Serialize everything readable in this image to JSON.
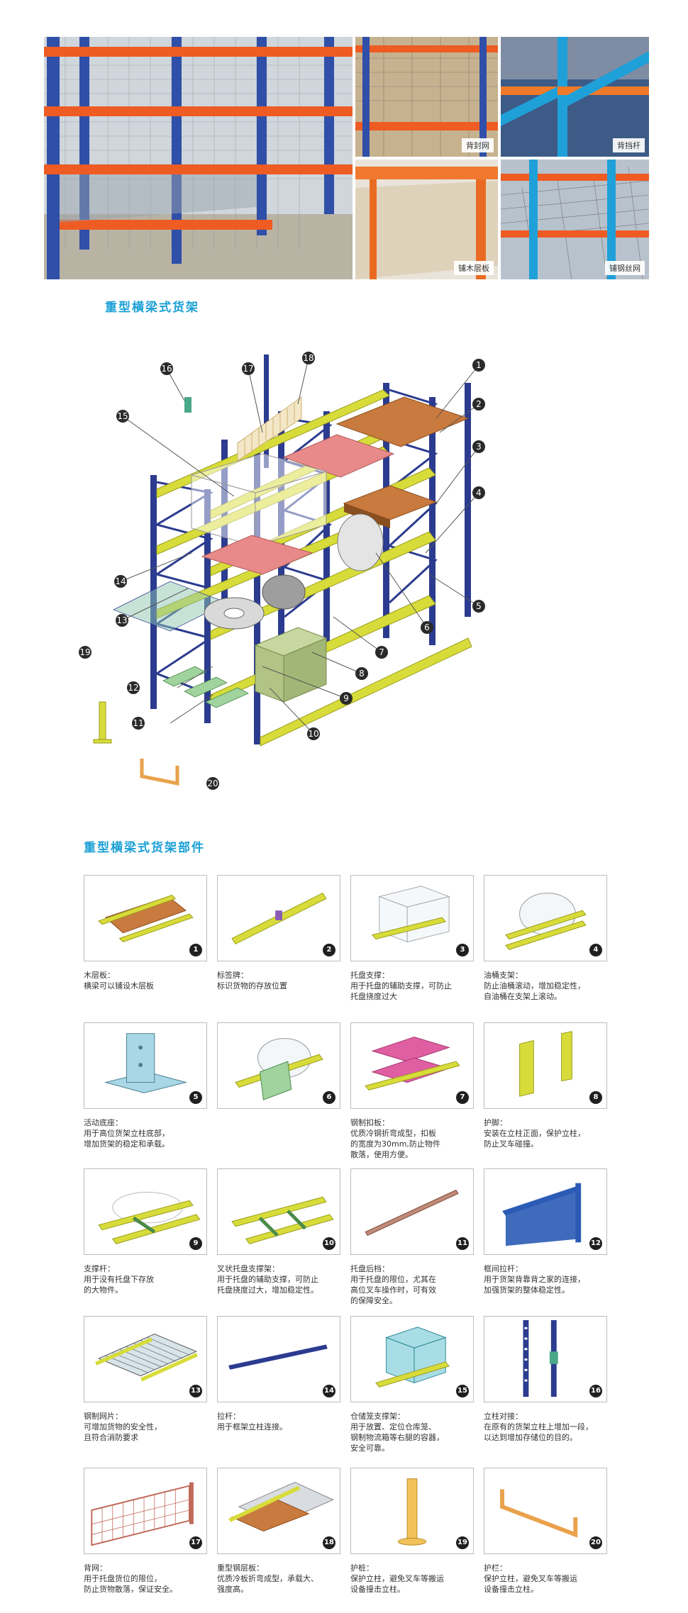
{
  "photo_labels": {
    "a": "背封网",
    "b": "背挡杆",
    "c": "铺木层板",
    "d": "铺钢丝网"
  },
  "headings": {
    "diagram": "重型横梁式货架",
    "parts": "重型横梁式货架部件"
  },
  "callouts": [
    "1",
    "2",
    "3",
    "4",
    "5",
    "6",
    "7",
    "8",
    "9",
    "10",
    "11",
    "12",
    "13",
    "14",
    "15",
    "16",
    "17",
    "18",
    "19",
    "20"
  ],
  "parts": [
    {
      "num": "1",
      "title": "木层板：",
      "desc": "横梁可以铺设木层板"
    },
    {
      "num": "2",
      "title": "标签牌：",
      "desc": "标识货物的存放位置"
    },
    {
      "num": "3",
      "title": "托盘支撑：",
      "desc": "用于托盘的辅助支撑，可防止\n托盘挠度过大"
    },
    {
      "num": "4",
      "title": "油桶支架：",
      "desc": "防止油桶滚动，增加稳定性，\n自油桶在支架上滚动。"
    },
    {
      "num": "5",
      "title": "活动底座：",
      "desc": "用于高位货架立柱底部，\n增加货架的稳定和承载。"
    },
    {
      "num": "6",
      "title": "",
      "desc": ""
    },
    {
      "num": "7",
      "title": "钢制扣板：",
      "desc": "优质冷钢折弯成型，扣板\n的宽度为30mm,防止物件\n散落，使用方便。"
    },
    {
      "num": "8",
      "title": "护脚：",
      "desc": "安装在立柱正面，保护立柱，\n防止叉车碰撞。"
    },
    {
      "num": "9",
      "title": "支撑杆：",
      "desc": "用于没有托盘下存放\n的大物件。"
    },
    {
      "num": "10",
      "title": "叉状托盘支撑架：",
      "desc": "用于托盘的辅助支撑，可防止\n托盘挠度过大，增加稳定性。"
    },
    {
      "num": "11",
      "title": "托盘后档：",
      "desc": "用于托盘的限位，尤其在\n高位叉车操作时，可有效\n的保障安全。"
    },
    {
      "num": "12",
      "title": "框间拉杆：",
      "desc": "用于货架背靠背之家的连接，\n加强货架的整体稳定性。"
    },
    {
      "num": "13",
      "title": "钢制网片：",
      "desc": "可增加货物的安全性，\n且符合消防要求"
    },
    {
      "num": "14",
      "title": "拉杆：",
      "desc": "用于框架立柱连接。"
    },
    {
      "num": "15",
      "title": "仓储笼支撑架：",
      "desc": "用于放置、定位仓库笼、\n钢制物流箱等右腿的容器，\n安全可靠。"
    },
    {
      "num": "16",
      "title": "立柱对接：",
      "desc": "在原有的货架立柱上增加一段，\n以达到增加存储位的目的。"
    },
    {
      "num": "17",
      "title": "背网：",
      "desc": "用于托盘货位的限位，\n防止货物散落，保证安全。"
    },
    {
      "num": "18",
      "title": "重型钢层板：",
      "desc": "优质冷板折弯成型，承载大、\n强度高。"
    },
    {
      "num": "19",
      "title": "护桩：",
      "desc": "保护立柱，避免叉车等搬运\n设备撞击立柱。"
    },
    {
      "num": "20",
      "title": "护栏：",
      "desc": "保护立柱，避免叉车等搬运\n设备撞击立柱。"
    }
  ],
  "colors": {
    "heading": "#1aa0d6",
    "upright": "#2b3b8f",
    "beam": "#d8dc3a",
    "orange": "#e9622a",
    "wood": "#c97a3e",
    "pink": "#e98a8a"
  }
}
